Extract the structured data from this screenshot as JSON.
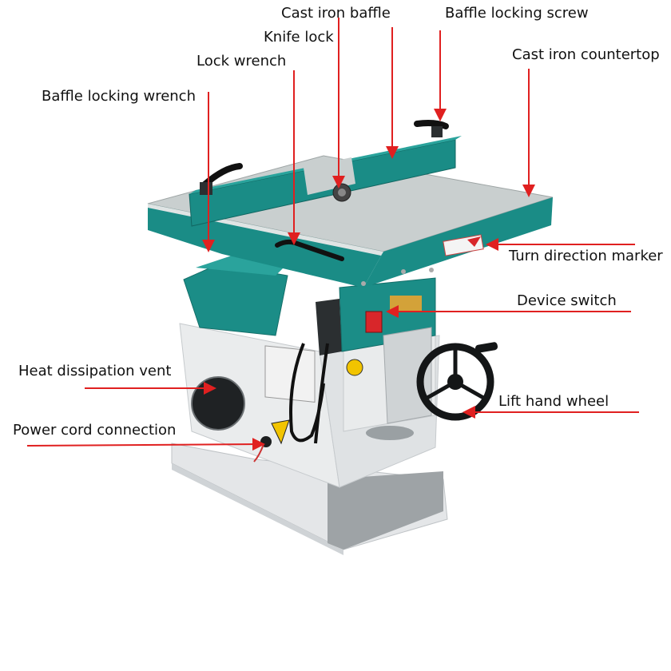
{
  "labels": {
    "cast_iron_baffle": "Cast iron baffle",
    "baffle_locking_screw": "Baffle locking screw",
    "knife_lock": "Knife lock",
    "cast_iron_countertop": "Cast iron countertop",
    "lock_wrench": "Lock wrench",
    "baffle_locking_wrench": "Baffle locking wrench",
    "turn_direction_marker": "Turn direction marker",
    "device_switch": "Device switch",
    "heat_dissipation_vent": "Heat dissipation vent",
    "lift_hand_wheel": "Lift hand wheel",
    "power_cord_connection": "Power cord connection"
  },
  "colors": {
    "arrow": "#e02020",
    "machine_teal": "#1a8c86",
    "machine_table": "#c9cfcf",
    "machine_body": "#e6e8ea"
  }
}
